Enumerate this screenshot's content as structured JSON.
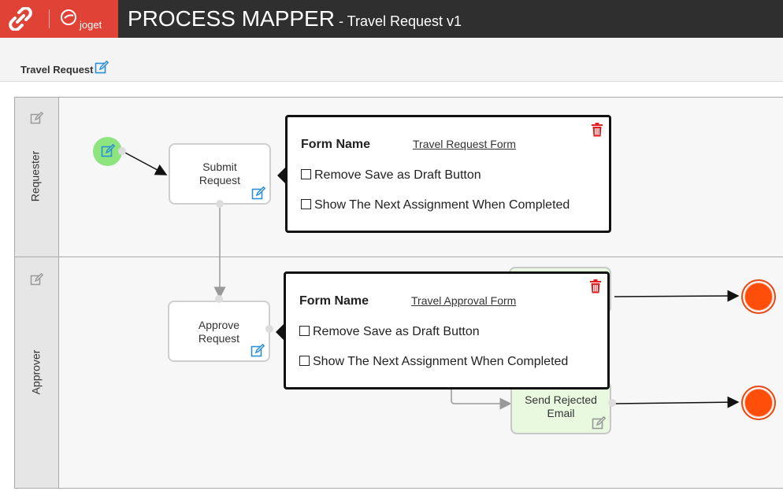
{
  "header": {
    "joget_label": "joget",
    "title": "PROCESS MAPPER",
    "subtitle": " - Travel Request v1"
  },
  "toolbar": {
    "process_name": "Travel Request"
  },
  "lanes": [
    {
      "label": "Requester"
    },
    {
      "label": "Approver"
    }
  ],
  "nodes": {
    "submit_request": "Submit Request",
    "approve_request": "Approve Request",
    "send_rejected_email": "Send Rejected Email"
  },
  "popups": [
    {
      "form_label": "Form Name",
      "form_link": "Travel Request Form",
      "option1": "Remove Save as Draft Button",
      "option2": "Show The Next Assignment When Completed"
    },
    {
      "form_label": "Form Name",
      "form_link": "Travel Approval Form",
      "option1": "Remove Save as Draft Button",
      "option2": "Show The Next Assignment When Completed"
    }
  ],
  "colors": {
    "brand_red": "#e04336",
    "header_dark": "#2f2f2f",
    "start_green": "#8ee57f",
    "end_orange": "#ff4d0a",
    "edit_blue": "#2b8fd6",
    "trash_red": "#e02020"
  },
  "icons": [
    "link-logo-icon",
    "joget-logo-icon",
    "edit-icon",
    "trash-icon"
  ]
}
